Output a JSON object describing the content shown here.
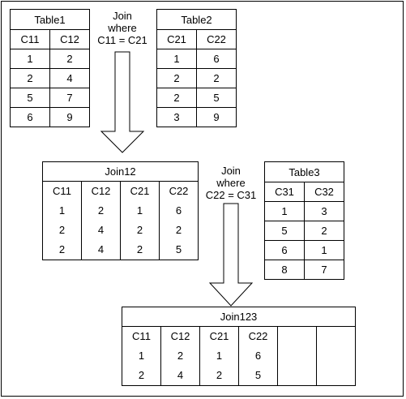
{
  "table1": {
    "title": "Table1",
    "columns": [
      "C11",
      "C12"
    ],
    "rows": [
      [
        "1",
        "2"
      ],
      [
        "2",
        "4"
      ],
      [
        "5",
        "7"
      ],
      [
        "6",
        "9"
      ]
    ]
  },
  "table2": {
    "title": "Table2",
    "columns": [
      "C21",
      "C22"
    ],
    "rows": [
      [
        "1",
        "6"
      ],
      [
        "2",
        "2"
      ],
      [
        "2",
        "5"
      ],
      [
        "3",
        "9"
      ]
    ]
  },
  "table3": {
    "title": "Table3",
    "columns": [
      "C31",
      "C32"
    ],
    "rows": [
      [
        "1",
        "3"
      ],
      [
        "5",
        "2"
      ],
      [
        "6",
        "1"
      ],
      [
        "8",
        "7"
      ]
    ]
  },
  "join12": {
    "title": "Join12",
    "columns": [
      {
        "header": "C11",
        "values": [
          "1",
          "2",
          "2"
        ]
      },
      {
        "header": "C12",
        "values": [
          "2",
          "4",
          "4"
        ]
      },
      {
        "header": "C21",
        "values": [
          "1",
          "2",
          "2"
        ]
      },
      {
        "header": "C22",
        "values": [
          "6",
          "2",
          "5"
        ]
      }
    ]
  },
  "join123": {
    "title": "Join123",
    "columns": [
      {
        "header": "C11",
        "values": [
          "1",
          "2"
        ]
      },
      {
        "header": "C12",
        "values": [
          "2",
          "4"
        ]
      },
      {
        "header": "C21",
        "values": [
          "1",
          "2"
        ]
      },
      {
        "header": "C22",
        "values": [
          "6",
          "5"
        ]
      },
      {
        "header": "",
        "values": []
      },
      {
        "header": "",
        "values": []
      }
    ]
  },
  "join_label_1": {
    "line1": "Join",
    "line2": "where",
    "line3": "C11 = C21"
  },
  "join_label_2": {
    "line1": "Join",
    "line2": "where",
    "line3": "C22 = C31"
  }
}
